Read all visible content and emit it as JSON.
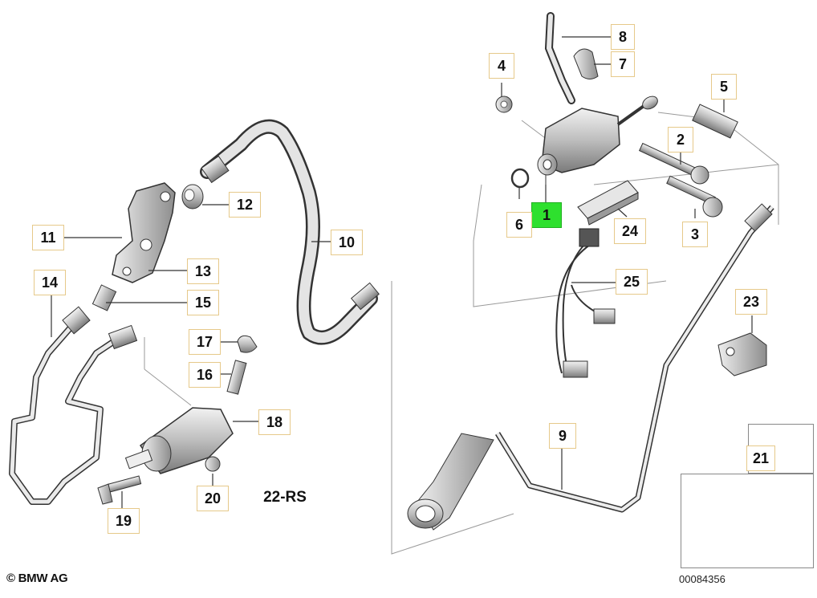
{
  "diagram": {
    "callouts": [
      {
        "key": "c1",
        "label": "1",
        "selected": true
      },
      {
        "key": "c2",
        "label": "2"
      },
      {
        "key": "c3",
        "label": "3"
      },
      {
        "key": "c4",
        "label": "4"
      },
      {
        "key": "c5",
        "label": "5"
      },
      {
        "key": "c6",
        "label": "6"
      },
      {
        "key": "c7",
        "label": "7"
      },
      {
        "key": "c8",
        "label": "8"
      },
      {
        "key": "c9",
        "label": "9"
      },
      {
        "key": "c10",
        "label": "10"
      },
      {
        "key": "c11",
        "label": "11"
      },
      {
        "key": "c12",
        "label": "12"
      },
      {
        "key": "c13",
        "label": "13"
      },
      {
        "key": "c14",
        "label": "14"
      },
      {
        "key": "c15",
        "label": "15"
      },
      {
        "key": "c16",
        "label": "16"
      },
      {
        "key": "c17",
        "label": "17"
      },
      {
        "key": "c18",
        "label": "18"
      },
      {
        "key": "c19",
        "label": "19"
      },
      {
        "key": "c20",
        "label": "20"
      },
      {
        "key": "c21",
        "label": "21"
      },
      {
        "key": "c22",
        "label": "22-RS"
      },
      {
        "key": "c23",
        "label": "23"
      },
      {
        "key": "c24",
        "label": "24"
      },
      {
        "key": "c25",
        "label": "25"
      }
    ],
    "copyright": "© BMW AG",
    "diagram_number": "00084356",
    "colors": {
      "selected_callout": "#2ee02e",
      "callout_border": "#e6c98a",
      "line": "#333333",
      "part_fill": "#d8d8d8"
    }
  }
}
